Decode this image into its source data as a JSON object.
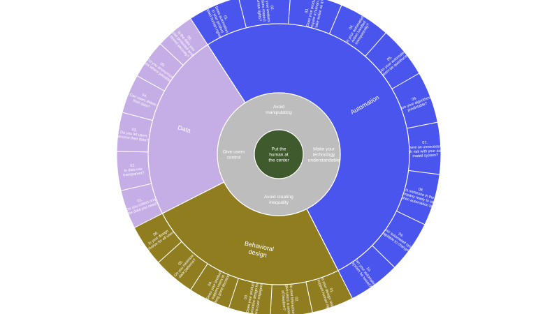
{
  "center": {
    "label_lines": [
      "Put the",
      "human at",
      "the center"
    ],
    "color": "#3f5a2c"
  },
  "ring1": {
    "color": "#bdbdbd",
    "items": [
      {
        "name": "avoid-manipulating",
        "lines": [
          "Avoid",
          "manipulating"
        ]
      },
      {
        "name": "make-understandable",
        "lines": [
          "Make your",
          "technology",
          "understandable"
        ]
      },
      {
        "name": "avoid-inequality",
        "lines": [
          "Avoid creating",
          "inequality"
        ]
      },
      {
        "name": "give-users-control",
        "lines": [
          "Give users",
          "control"
        ]
      }
    ]
  },
  "ring2": {
    "sectors": [
      {
        "name": "automation",
        "label": "Automation",
        "color": "#4a55ee"
      },
      {
        "name": "behavioral-design",
        "label_lines": [
          "Behavioral",
          "design"
        ],
        "color": "#8f7d1f"
      },
      {
        "name": "data",
        "label": "Data",
        "color": "#c5ade6"
      }
    ]
  },
  "outer": {
    "automation": [
      {
        "lines": [
          "01.",
          "Does automation",
          "in your product",
          "impact human rights?"
        ]
      },
      {
        "lines": [
          "02.",
          "Do your workers",
          "actions respect",
          "human rights?"
        ]
      },
      {
        "lines": [
          "03.",
          "Does your product",
          "require a human to",
          "take action on it?"
        ]
      },
      {
        "lines": [
          "04.",
          "Is your automated",
          "action handled",
          "transparently?"
        ]
      },
      {
        "lines": [
          "05.",
          "Can your automated",
          "system be questioned?"
        ]
      },
      {
        "lines": [
          "06.",
          "Are your algorithms",
          "predictable?"
        ]
      },
      {
        "lines": [
          "07.",
          "Is there an unnecessarily",
          "high risk with your auto-",
          "mated system?"
        ]
      },
      {
        "lines": [
          "08.",
          "Is someone in the",
          "company ready to step",
          "in when automation fails?"
        ]
      },
      {
        "lines": [
          "09.",
          "Is your automated system",
          "adaptable to changes?"
        ]
      },
      {
        "lines": [
          "10.",
          "Can your automated",
          "system be tested?"
        ]
      }
    ],
    "behavioral": [
      {
        "lines": [
          "01.",
          "Does your design respect",
          "and support human rights?"
        ]
      },
      {
        "lines": [
          "02.",
          "Do your interactions",
          "give users a sense",
          "of freedom?"
        ]
      },
      {
        "lines": [
          "03.",
          "Does your product",
          "prioritize design for",
          "humans over engagement?"
        ]
      },
      {
        "lines": [
          "04.",
          "Does your product",
          "support users in",
          "making good decisions?"
        ]
      },
      {
        "lines": [
          "05.",
          "Do you minimize",
          "dark patterns?"
        ]
      },
      {
        "lines": [
          "06.",
          "Is your design",
          "inclusive for all users?"
        ]
      }
    ],
    "data": [
      {
        "lines": [
          "01.",
          "Do you collect only",
          "the data you need?"
        ]
      },
      {
        "lines": [
          "02.",
          "Is data use",
          "transparent?"
        ]
      },
      {
        "lines": [
          "03.",
          "Do you let users",
          "access their data?"
        ]
      },
      {
        "lines": [
          "04.",
          "Can users delete",
          "their data?"
        ]
      },
      {
        "lines": [
          "05.",
          "Do you anonymize",
          "data where possible?"
        ]
      },
      {
        "lines": [
          "06.",
          "Is the data you",
          "use protected and",
          "stored securely?"
        ]
      }
    ]
  }
}
